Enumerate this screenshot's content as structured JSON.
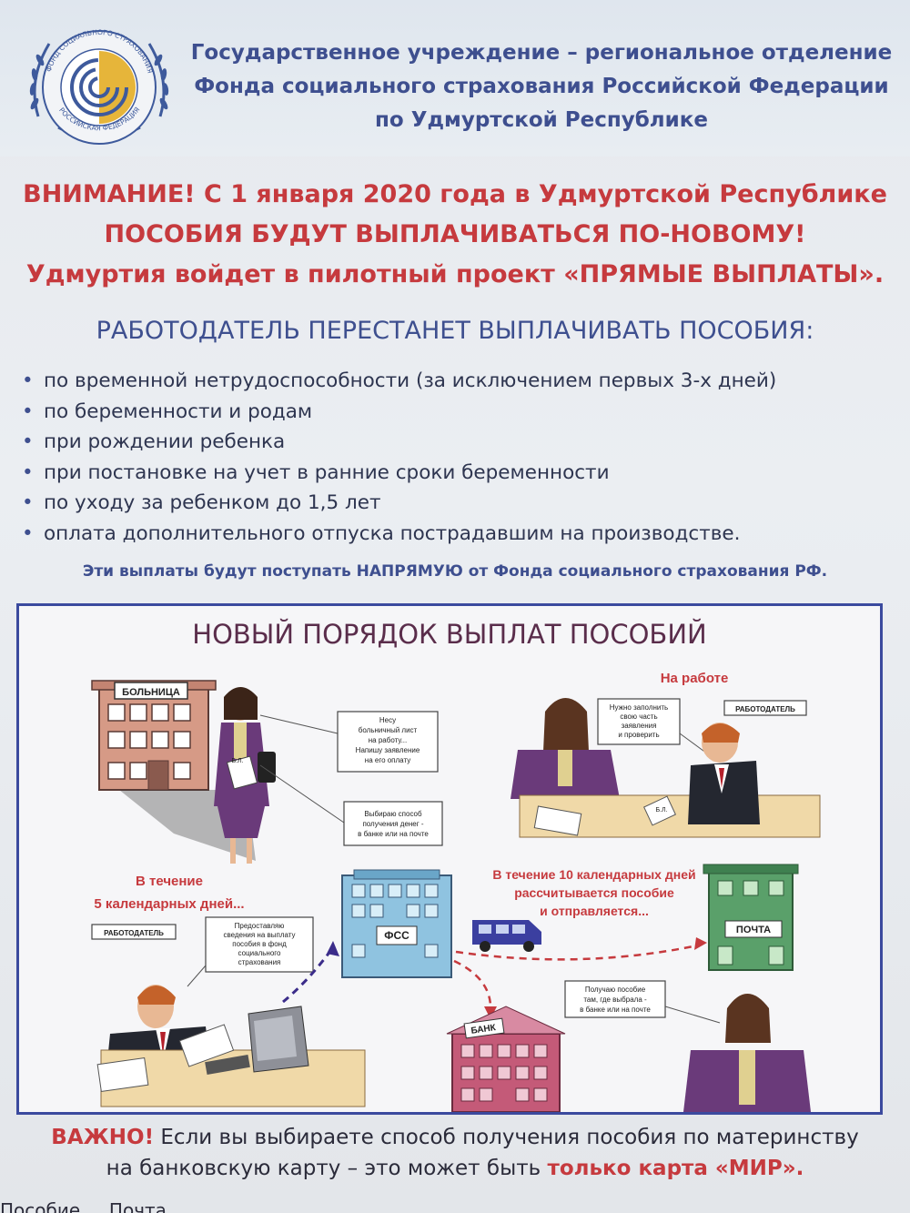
{
  "header": {
    "logo_ring_text_top": "ФОНД СОЦИАЛЬНОГО СТРАХОВАНИЯ",
    "logo_ring_text_bottom": "РОССИЙСКАЯ ФЕДЕРАЦИЯ",
    "org_lines": [
      "Государственное учреждение – региональное отделение",
      "Фонда социального страхования Российской Федерации",
      "по Удмуртской Республике"
    ]
  },
  "notice": {
    "lines": [
      "ВНИМАНИЕ! С 1 января 2020 года в Удмуртской Республике",
      "ПОСОБИЯ БУДУТ ВЫПЛАЧИВАТЬСЯ ПО-НОВОМУ!",
      "Удмуртия войдет в пилотный проект «ПРЯМЫЕ ВЫПЛАТЫ»."
    ]
  },
  "subhead": "РАБОТОДАТЕЛЬ ПЕРЕСТАНЕТ ВЫПЛАЧИВАТЬ ПОСОБИЯ:",
  "bullets": [
    "по временной нетрудоспособности (за исключением первых 3-х дней)",
    "по беременности и родам",
    "при рождении ребенка",
    "при постановке на учет в ранние сроки беременности",
    "по уходу за ребенком до 1,5 лет",
    "оплата дополнительного отпуска пострадавшим на производстве."
  ],
  "direct_note": "Эти выплаты будут поступать НАПРЯМУЮ от Фонда социального страхования РФ.",
  "panel": {
    "title": "НОВЫЙ ПОРЯДОК ВЫПЛАТ ПОСОБИЙ",
    "hospital_sign": "БОЛЬНИЦА",
    "sick_note": "Б.Л.",
    "bubble_sick_note": [
      "Несу",
      "больничный лист",
      "на работу...",
      "Напишу заявление",
      "на его оплату"
    ],
    "bubble_choose": [
      "Выбираю способ",
      "получения денег -",
      "в банке или на почте"
    ],
    "at_work": "На работе",
    "bubble_fill": [
      "Нужно заполнить",
      "свою часть",
      "заявления",
      "и проверить"
    ],
    "employer_tag_1": "РАБОТОДАТЕЛЬ",
    "employer_tag_2": "РАБОТОДАТЕЛЬ",
    "within_5_days": [
      "В течение",
      "5 календарных дней..."
    ],
    "bubble_provide": [
      "Предоставляю",
      "сведения на выплату",
      "пособия в фонд",
      "социального",
      "страхования"
    ],
    "fss_sign": "ФСС",
    "within_10_days": [
      "В течение 10 календарных дней",
      "рассчитывается пособие",
      "и отправляется..."
    ],
    "post_sign": "ПОЧТА",
    "bank_sign": "БАНК",
    "bubble_receive": [
      "Получаю пособие",
      "там, где выбрала -",
      "в банке или на почте"
    ]
  },
  "important": {
    "label": "ВАЖНО!",
    "line1_rest": " Если вы выбираете способ получения пособия по материнству",
    "line2_start": "на банковскую карту – это может быть ",
    "line2_highlight": "только карта «МИР»."
  },
  "footer_cut_text": "Пособие ... Почта ..."
}
